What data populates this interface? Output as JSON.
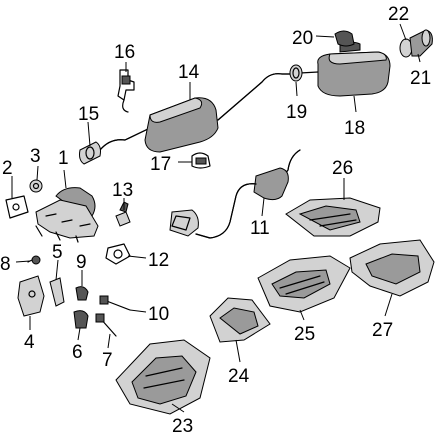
{
  "callouts": [
    {
      "id": "c1",
      "text": "1"
    },
    {
      "id": "c2",
      "text": "2"
    },
    {
      "id": "c3",
      "text": "3"
    },
    {
      "id": "c4",
      "text": "4"
    },
    {
      "id": "c5",
      "text": "5"
    },
    {
      "id": "c6",
      "text": "6"
    },
    {
      "id": "c7",
      "text": "7"
    },
    {
      "id": "c8",
      "text": "8"
    },
    {
      "id": "c9",
      "text": "9"
    },
    {
      "id": "c10",
      "text": "10"
    },
    {
      "id": "c11",
      "text": "11"
    },
    {
      "id": "c12",
      "text": "12"
    },
    {
      "id": "c13",
      "text": "13"
    },
    {
      "id": "c14",
      "text": "14"
    },
    {
      "id": "c15",
      "text": "15"
    },
    {
      "id": "c16",
      "text": "16"
    },
    {
      "id": "c17",
      "text": "17"
    },
    {
      "id": "c18",
      "text": "18"
    },
    {
      "id": "c19",
      "text": "19"
    },
    {
      "id": "c20",
      "text": "20"
    },
    {
      "id": "c21",
      "text": "21"
    },
    {
      "id": "c22",
      "text": "22"
    },
    {
      "id": "c23",
      "text": "23"
    },
    {
      "id": "c24",
      "text": "24"
    },
    {
      "id": "c25",
      "text": "25"
    },
    {
      "id": "c26",
      "text": "26"
    },
    {
      "id": "c27",
      "text": "27"
    }
  ]
}
